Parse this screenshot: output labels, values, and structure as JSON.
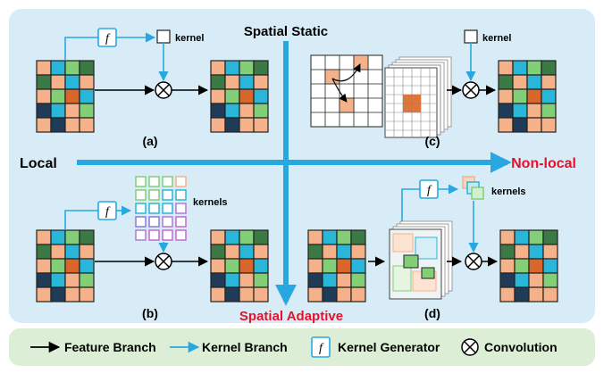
{
  "axes": {
    "top": "Spatial Static",
    "bottom": "Spatial Adaptive",
    "left": "Local",
    "right": "Non-local"
  },
  "panels": {
    "a": {
      "label": "(a)",
      "kernel": "kernel",
      "generator": "f"
    },
    "b": {
      "label": "(b)",
      "kernels": "kernels",
      "generator": "f"
    },
    "c": {
      "label": "(c)",
      "kernel": "kernel"
    },
    "d": {
      "label": "(d)",
      "kernels": "kernels",
      "generator": "f"
    }
  },
  "legend": {
    "feature_branch": "Feature Branch",
    "kernel_branch": "Kernel Branch",
    "generator_symbol": "f",
    "kernel_generator": "Kernel Generator",
    "convolution": "Convolution"
  },
  "colors": {
    "panel_bg": "#d7ecf6",
    "legend_bg": "#dcefd6",
    "axis_blue": "#29a8e0",
    "adaptive_red": "#e8112d",
    "orange": "#f5b28a",
    "blue": "#29b6d8",
    "green": "#82cf78",
    "darkgreen": "#3b7a45",
    "navy": "#1f3b57",
    "darkorange": "#d9662a"
  }
}
